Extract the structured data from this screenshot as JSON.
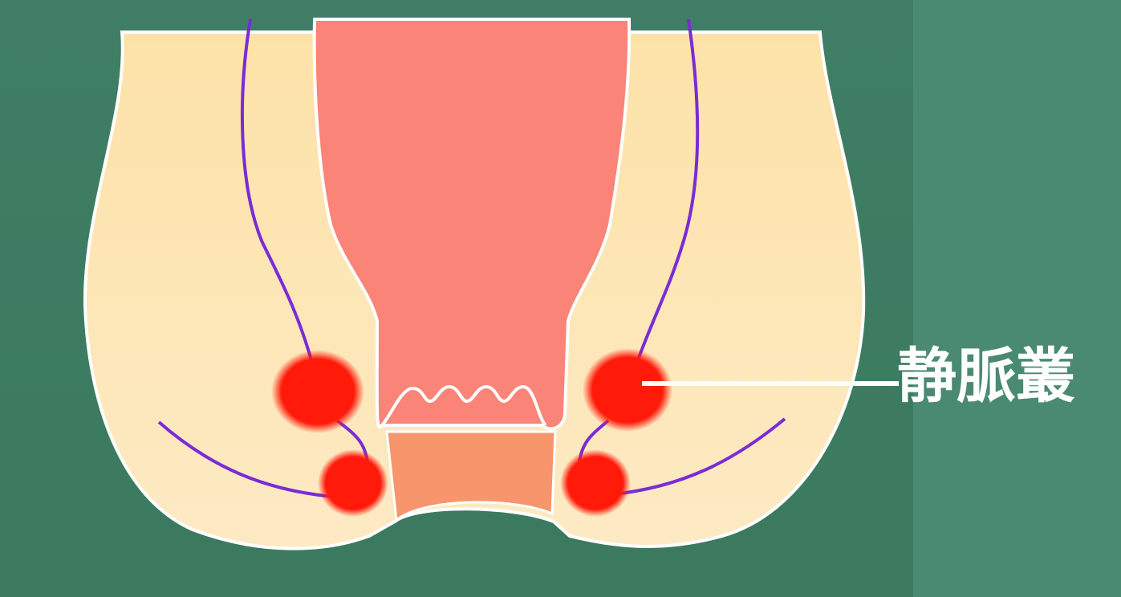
{
  "annotation": {
    "label": "静脈叢"
  },
  "colors": {
    "background": "#3d7c61",
    "tissue": "#fde7b8",
    "canal": "#fa8478",
    "anal_canal_lower": "#f7956c",
    "vein": "#7a2bd6",
    "hemorrhoid": "#ff1a0a",
    "outline": "#ffffff"
  },
  "structures": [
    {
      "name": "rectum"
    },
    {
      "name": "anal-canal"
    },
    {
      "name": "internal-hemorrhoid-left"
    },
    {
      "name": "external-hemorrhoid-left"
    },
    {
      "name": "internal-hemorrhoid-right"
    },
    {
      "name": "external-hemorrhoid-right"
    }
  ]
}
